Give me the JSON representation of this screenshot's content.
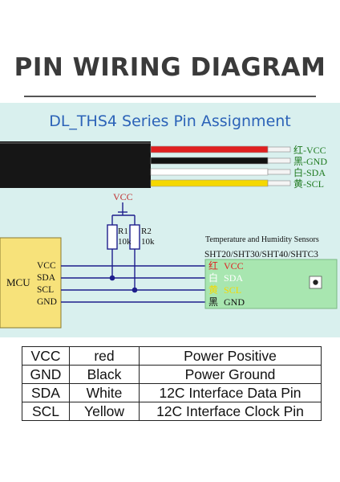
{
  "title": "PIN WIRING DIAGRAM",
  "diagram": {
    "subtitle": "DL_THS4 Series Pin Assignment",
    "cable_labels": [
      "红-VCC",
      "黑-GND",
      "白-SDA",
      "黄-SCL"
    ],
    "vcc_label": "VCC",
    "resistors": [
      {
        "name": "R1",
        "value": "10k"
      },
      {
        "name": "R2",
        "value": "10k"
      }
    ],
    "mcu": {
      "label": "MCU",
      "pins": [
        "VCC",
        "SDA",
        "SCL",
        "GND"
      ]
    },
    "sensor": {
      "heading": "Temperature and Humidity Sensors",
      "models": "SHT20/SHT30/SHT40/SHTC3",
      "pins": [
        {
          "cn": "红",
          "name": "VCC"
        },
        {
          "cn": "白",
          "name": "SDA"
        },
        {
          "cn": "黄",
          "name": "SCL"
        },
        {
          "cn": "黑",
          "name": "GND"
        }
      ]
    },
    "colors": {
      "red": "#e02020",
      "black": "#111111",
      "white": "#ffffff",
      "yellow": "#f5d800",
      "board_green": "#a8e6b0",
      "mcu_yellow": "#f7e27a",
      "wire_blue": "#1e1e8c",
      "subtitle_blue": "#2c63b8"
    }
  },
  "table": {
    "rows": [
      [
        "VCC",
        "red",
        "Power Positive"
      ],
      [
        "GND",
        "Black",
        "Power Ground"
      ],
      [
        "SDA",
        "White",
        "12C Interface Data Pin"
      ],
      [
        "SCL",
        "Yellow",
        "12C Interface Clock Pin"
      ]
    ]
  }
}
